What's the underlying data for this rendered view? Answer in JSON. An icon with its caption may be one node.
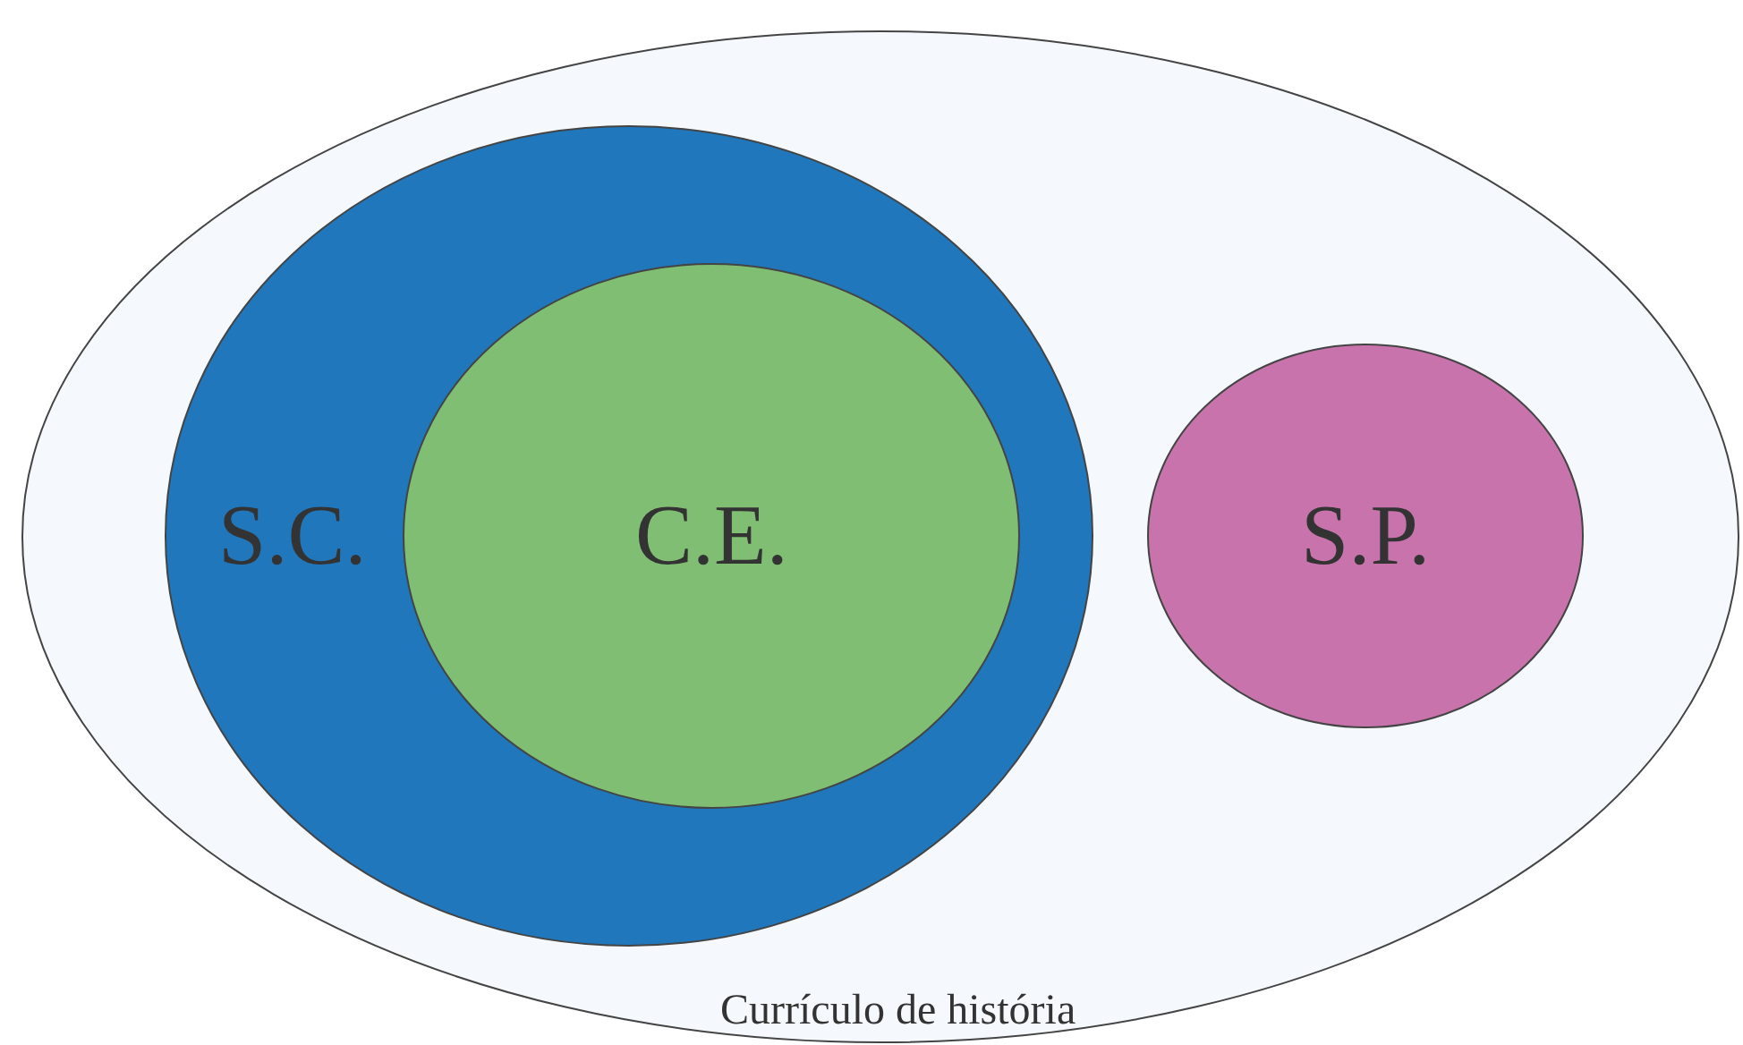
{
  "diagram": {
    "nodes": [
      {
        "text": [
          "Currículo de história"
        ]
      },
      {
        "text": [
          "S.C."
        ],
        "in": 0
      },
      {
        "text": [
          "C.E."
        ],
        "in": 1
      },
      {
        "text": [
          "S.P."
        ],
        "in": 0
      }
    ]
  }
}
